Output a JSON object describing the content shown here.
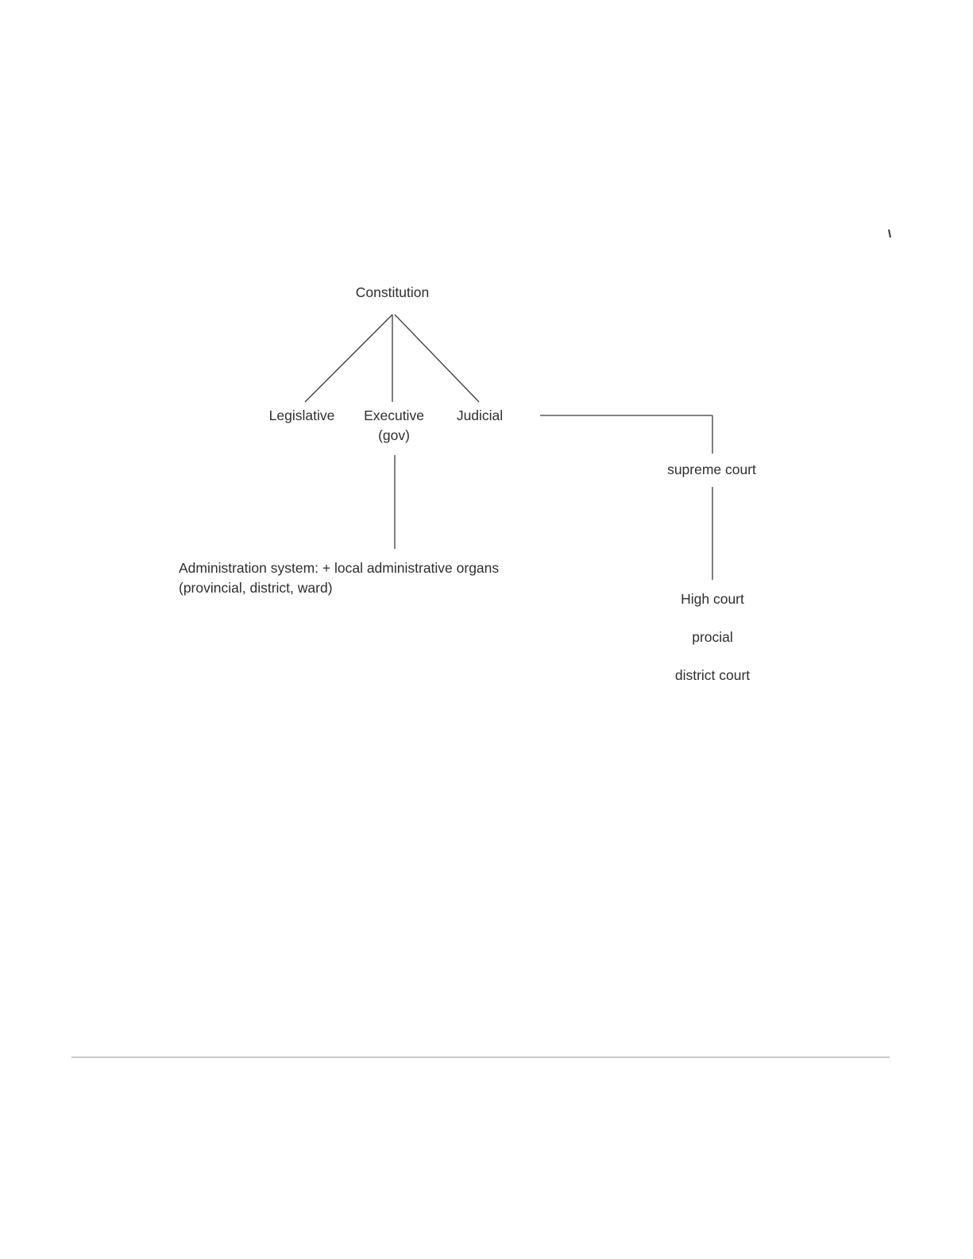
{
  "diagram": {
    "root": "Constitution",
    "branches": {
      "legislative": "Legislative",
      "executive": "Executive",
      "executive_sub": "(gov)",
      "judicial": "Judicial"
    },
    "admin": {
      "line1": "Administration system: + local administrative organs",
      "line2": "(provincial, district, ward)"
    },
    "courts": {
      "supreme": "supreme court",
      "high": "High court",
      "procial": "procial",
      "district": "district court"
    }
  },
  "colors": {
    "text": "#2e2e2e",
    "connector": "#3a3a3a",
    "rule": "#c9c9c9"
  }
}
